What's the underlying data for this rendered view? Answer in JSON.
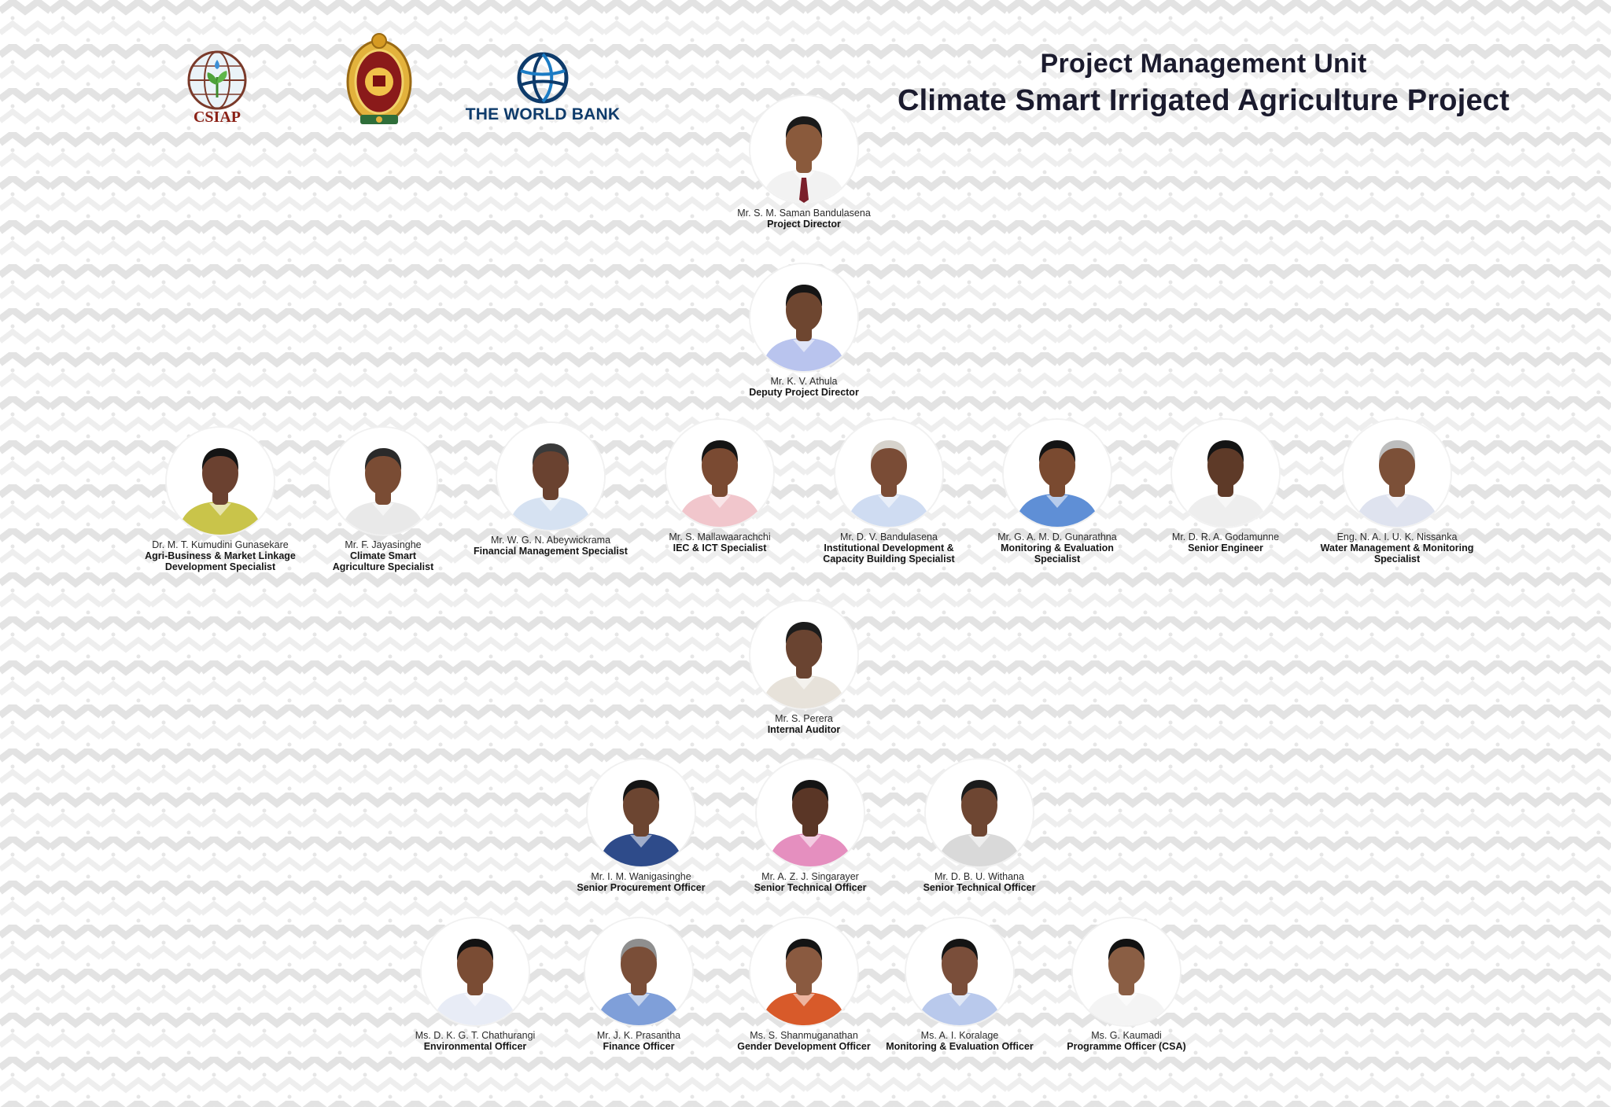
{
  "header": {
    "line1": "Project Management Unit",
    "line2": "Climate Smart Irrigated Agriculture Project"
  },
  "logos": [
    {
      "name": "csiap-logo",
      "caption": "CSIAP"
    },
    {
      "name": "sri-lanka-emblem",
      "caption": ""
    },
    {
      "name": "world-bank-logo",
      "caption": "THE WORLD BANK"
    }
  ],
  "people": [
    {
      "name": "Mr. S. M. Saman Bandulasena",
      "role": [
        "Project Director"
      ],
      "shirt": "#f2f2f2",
      "hair": "#1a1a1a",
      "skin": "#8a5a3c",
      "tie": "#7a1f2a"
    },
    {
      "name": "Mr. K. V. Athula",
      "role": [
        "Deputy Project Director"
      ],
      "shirt": "#b9c4ee",
      "hair": "#151515",
      "skin": "#6e4630"
    },
    {
      "name": "Dr. M. T. Kumudini Gunasekare",
      "role": [
        "Agri-Business & Market Linkage",
        "Development Specialist"
      ],
      "shirt": "#c9c44a",
      "hair": "#141414",
      "skin": "#6b4130"
    },
    {
      "name": "Mr. F. Jayasinghe",
      "role": [
        "Climate Smart",
        "Agriculture Specialist"
      ],
      "shirt": "#e9e9e9",
      "hair": "#2a2a2a",
      "skin": "#7a4c34"
    },
    {
      "name": "Mr. W. G. N. Abeywickrama",
      "role": [
        "Financial Management Specialist"
      ],
      "shirt": "#d6e2f2",
      "hair": "#3a3a3a",
      "skin": "#6a4230"
    },
    {
      "name": "Mr. S. Mallawaarachchi",
      "role": [
        "IEC & ICT Specialist"
      ],
      "shirt": "#f1c6cc",
      "hair": "#141414",
      "skin": "#7a4a32"
    },
    {
      "name": "Mr. D. V. Bandulasena",
      "role": [
        "Institutional Development &",
        "Capacity Building Specialist"
      ],
      "shirt": "#cfdcf2",
      "hair": "#d7d3cc",
      "skin": "#7a4c36"
    },
    {
      "name": "Mr. G. A. M. D. Gunarathna",
      "role": [
        "Monitoring & Evaluation",
        "Specialist"
      ],
      "shirt": "#5f8fd6",
      "hair": "#141414",
      "skin": "#7a4a30"
    },
    {
      "name": "Mr. D. R. A. Godamunne",
      "role": [
        "Senior Engineer"
      ],
      "shirt": "#eeeeee",
      "hair": "#141414",
      "skin": "#5e3a28"
    },
    {
      "name": "Eng. N. A. I. U. K. Nissanka",
      "role": [
        "Water Management & Monitoring",
        "Specialist"
      ],
      "shirt": "#dfe3ef",
      "hair": "#bdbdbd",
      "skin": "#7c5038"
    },
    {
      "name": "Mr. S. Perera",
      "role": [
        "Internal Auditor"
      ],
      "shirt": "#e7e2da",
      "hair": "#1c1c1c",
      "skin": "#6a4431"
    },
    {
      "name": "Mr. I. M. Wanigasinghe",
      "role": [
        "Senior Procurement Officer"
      ],
      "shirt": "#2e4b8a",
      "hair": "#141414",
      "skin": "#6c4531"
    },
    {
      "name": "Mr. A. Z. J. Singarayer",
      "role": [
        "Senior Technical Officer"
      ],
      "shirt": "#e58fbf",
      "hair": "#141414",
      "skin": "#5a3626"
    },
    {
      "name": "Mr. D. B. U. Withana",
      "role": [
        "Senior Technical Officer"
      ],
      "shirt": "#d9d9d9",
      "hair": "#1b1b1b",
      "skin": "#6e4632"
    },
    {
      "name": "Ms. D. K. G. T. Chathurangi",
      "role": [
        "Environmental Officer"
      ],
      "shirt": "#e8ecf6",
      "hair": "#121212",
      "skin": "#7a4c34"
    },
    {
      "name": "Mr. J. K. Prasantha",
      "role": [
        "Finance Officer"
      ],
      "shirt": "#7f9fd9",
      "hair": "#8f8f8f",
      "skin": "#7a4e38"
    },
    {
      "name": "Ms. S. Shanmuganathan",
      "role": [
        "Gender Development Officer"
      ],
      "shirt": "#d85a2a",
      "hair": "#141414",
      "skin": "#8a5a40"
    },
    {
      "name": "Ms. A. I. Koralage",
      "role": [
        "Monitoring & Evaluation Officer"
      ],
      "shirt": "#b9c9ec",
      "hair": "#141414",
      "skin": "#7a4e3a"
    },
    {
      "name": "Ms. G. Kaumadi",
      "role": [
        "Programme Officer (CSA)"
      ],
      "shirt": "#f4f4f4",
      "hair": "#121212",
      "skin": "#8a5e44"
    }
  ]
}
